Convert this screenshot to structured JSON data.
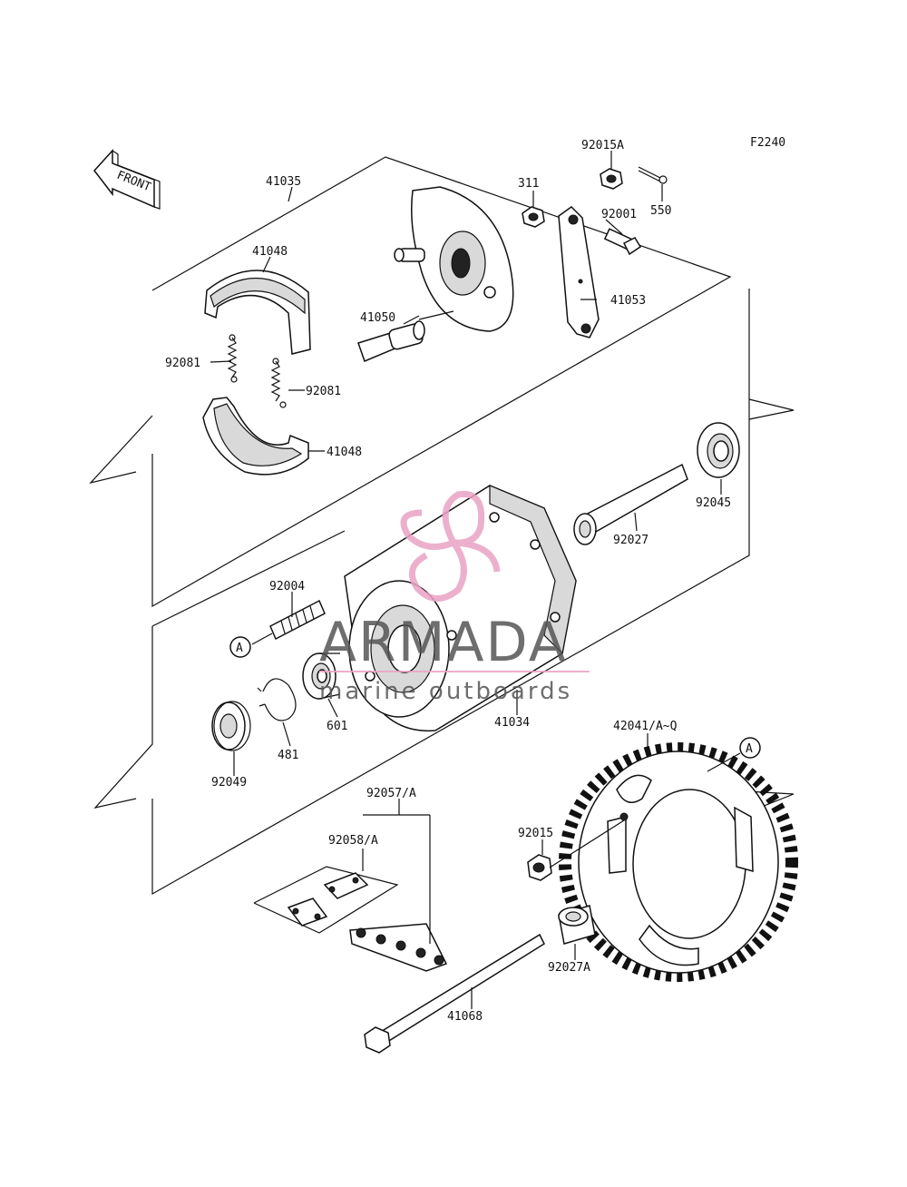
{
  "figure_code": "F2240",
  "front_label": "FRONT",
  "callout_marker": "A",
  "parts": [
    {
      "id": "p41035",
      "label": "41035"
    },
    {
      "id": "p41048a",
      "label": "41048"
    },
    {
      "id": "p92081a",
      "label": "92081"
    },
    {
      "id": "p92081b",
      "label": "92081"
    },
    {
      "id": "p41048b",
      "label": "41048"
    },
    {
      "id": "p41050",
      "label": "41050"
    },
    {
      "id": "p92015A",
      "label": "92015A"
    },
    {
      "id": "p550",
      "label": "550"
    },
    {
      "id": "p311",
      "label": "311"
    },
    {
      "id": "p92001",
      "label": "92001"
    },
    {
      "id": "p41053",
      "label": "41053"
    },
    {
      "id": "p92045",
      "label": "92045"
    },
    {
      "id": "p92027",
      "label": "92027"
    },
    {
      "id": "p92004",
      "label": "92004"
    },
    {
      "id": "p601",
      "label": "601"
    },
    {
      "id": "p41034",
      "label": "41034"
    },
    {
      "id": "p481",
      "label": "481"
    },
    {
      "id": "p92049",
      "label": "92049"
    },
    {
      "id": "p42041",
      "label": "42041/A~Q"
    },
    {
      "id": "p92057",
      "label": "92057/A"
    },
    {
      "id": "p92058",
      "label": "92058/A"
    },
    {
      "id": "p92015",
      "label": "92015"
    },
    {
      "id": "p92027A",
      "label": "92027A"
    },
    {
      "id": "p41068",
      "label": "41068"
    }
  ],
  "watermark": {
    "brand": "ARMADA",
    "tagline": "marine outboards",
    "accent_color": "#e9a3c4",
    "text_color": "#555555"
  }
}
